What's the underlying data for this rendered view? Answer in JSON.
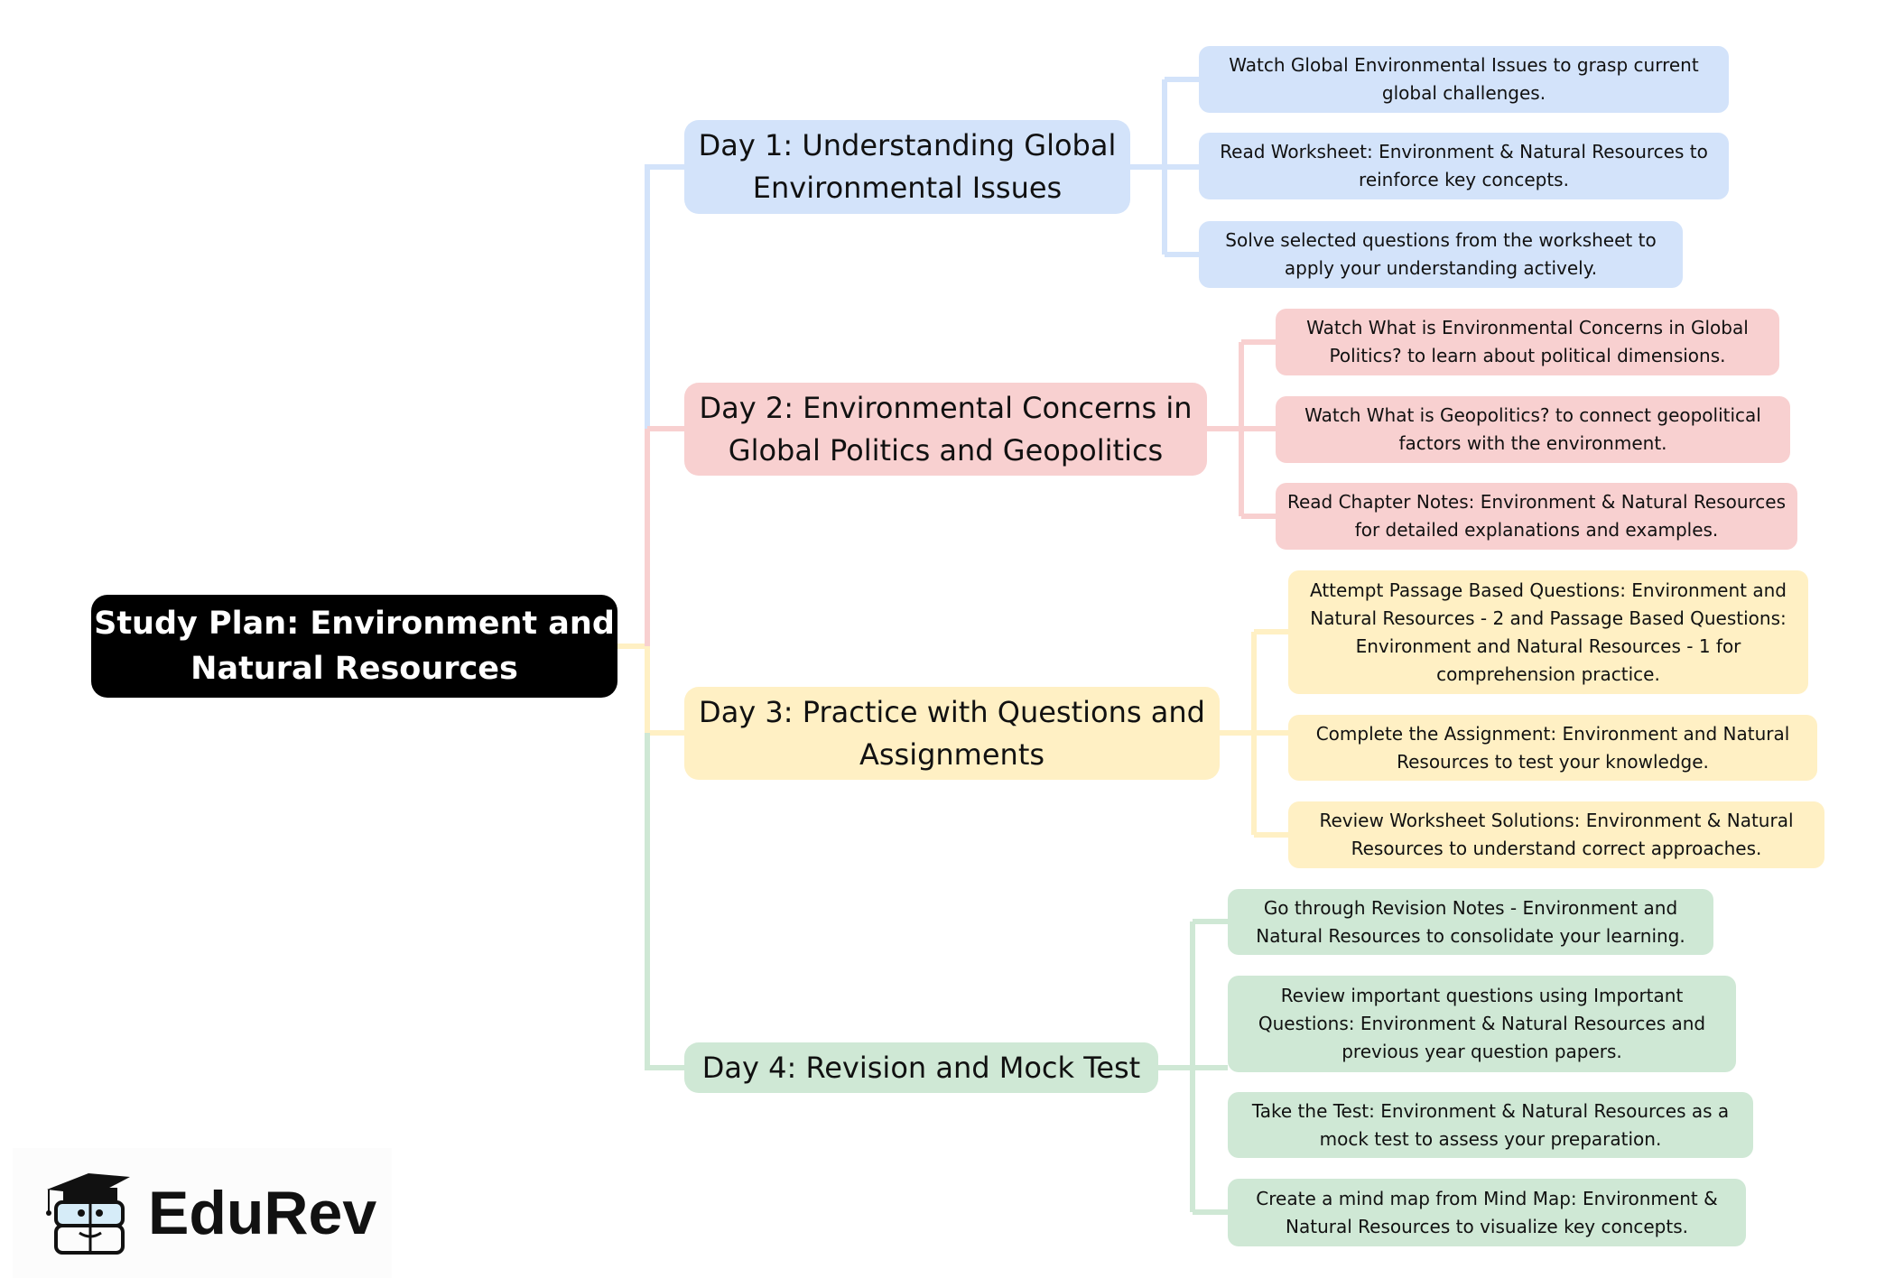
{
  "root": {
    "label": "Study Plan: Environment and Natural Resources"
  },
  "days": [
    {
      "label": "Day 1: Understanding Global Environmental Issues",
      "color": "#d3e3fa",
      "tasks": [
        "Watch Global Environmental Issues to grasp current global challenges.",
        "Read Worksheet: Environment & Natural Resources to reinforce key concepts.",
        "Solve selected questions from the worksheet to apply your understanding actively."
      ]
    },
    {
      "label": "Day 2: Environmental Concerns in Global Politics and Geopolitics",
      "color": "#f8d0d0",
      "tasks": [
        "Watch What is Environmental Concerns in Global Politics? to learn about political dimensions.",
        "Watch What is Geopolitics? to connect geopolitical factors with the environment.",
        "Read Chapter Notes: Environment & Natural Resources for detailed explanations and examples."
      ]
    },
    {
      "label": "Day 3: Practice with Questions and Assignments",
      "color": "#fff0c4",
      "tasks": [
        "Attempt Passage Based Questions: Environment and Natural Resources - 2 and Passage Based Questions: Environment and Natural Resources - 1 for comprehension practice.",
        "Complete the Assignment: Environment and Natural Resources to test your knowledge.",
        "Review Worksheet Solutions: Environment & Natural Resources to understand correct approaches."
      ]
    },
    {
      "label": "Day 4: Revision and Mock Test",
      "color": "#cfe8d5",
      "tasks": [
        "Go through Revision Notes - Environment and Natural Resources to consolidate your learning.",
        "Review important questions using Important Questions: Environment & Natural Resources and previous year question papers.",
        "Take the Test: Environment & Natural Resources as a mock test to assess your preparation.",
        "Create a mind map from Mind Map: Environment & Natural Resources to visualize key concepts."
      ]
    }
  ],
  "logo": {
    "text": "EduRev"
  }
}
